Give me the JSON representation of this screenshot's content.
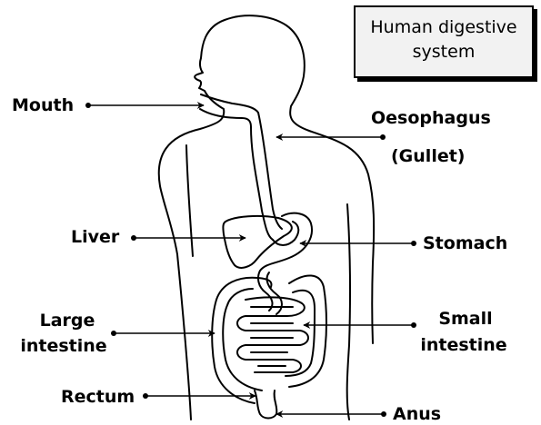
{
  "title": "Human digestive\nsystem",
  "labels": {
    "mouth": "Mouth",
    "oesophagus": "Oesophagus",
    "gullet": "(Gullet)",
    "liver": "Liver",
    "stomach": "Stomach",
    "large_intestine_1": "Large",
    "large_intestine_2": "intestine",
    "small_intestine_1": "Small",
    "small_intestine_2": "intestine",
    "rectum": "Rectum",
    "anus": "Anus"
  },
  "colors": {
    "line": "#000000",
    "background": "#ffffff",
    "title_box": "#f2f2f2"
  }
}
